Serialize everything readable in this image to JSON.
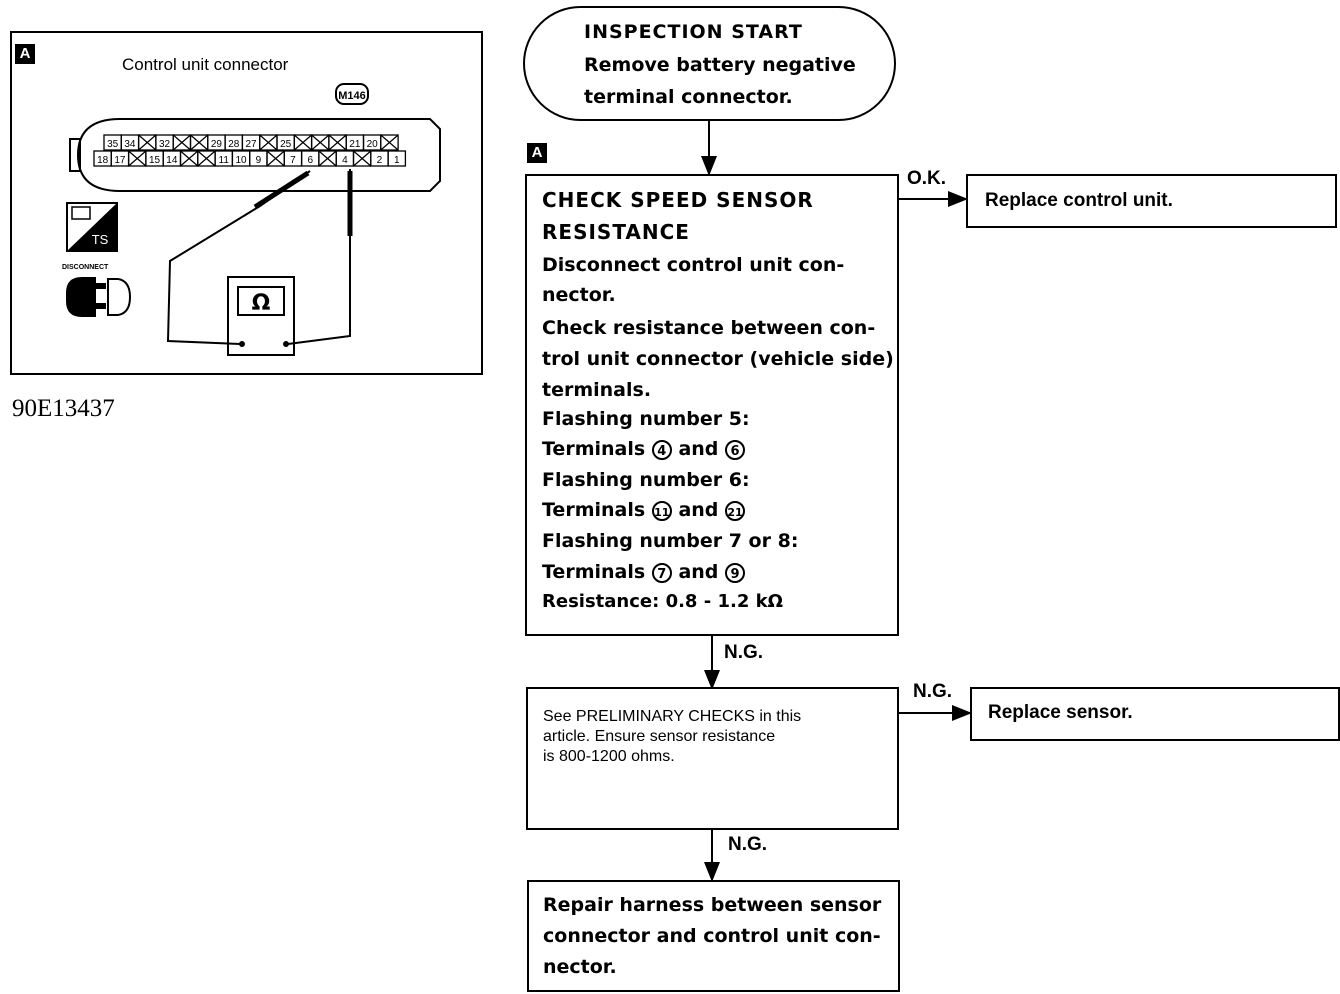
{
  "figure_id": "90E13437",
  "connector_panel": {
    "tag": "A",
    "title": "Control unit connector",
    "connector_code": "M146",
    "row_top": [
      "35",
      "34",
      "",
      "32",
      "",
      "",
      "29",
      "28",
      "27",
      "",
      "25",
      "",
      "",
      "",
      "21",
      "20",
      ""
    ],
    "row_bottom": [
      "18",
      "17",
      "",
      "15",
      "14",
      "",
      "",
      "11",
      "10",
      "9",
      "",
      "7",
      "6",
      "",
      "4",
      "",
      "2",
      "1"
    ],
    "meter_symbol": "Ω",
    "icon_ts_label": "TS",
    "icon_disconnect_label": "DISCONNECT"
  },
  "flow": {
    "start": {
      "title": "INSPECTION START",
      "line1": "Remove battery negative",
      "line2": "terminal connector."
    },
    "step_tag": "A",
    "check": {
      "title1": "CHECK SPEED SENSOR",
      "title2": "RESISTANCE",
      "l1": "Disconnect control unit con-",
      "l2": "nector.",
      "l3": "Check resistance between con-",
      "l4": "trol unit connector (vehicle side)",
      "l5": "terminals.",
      "l6": "Flashing number 5:",
      "l7_pre": "Terminals",
      "l7_a": "4",
      "l7_mid": "and",
      "l7_b": "6",
      "l8": "Flashing number 6:",
      "l9_pre": "Terminals",
      "l9_a": "11",
      "l9_mid": "and",
      "l9_b": "21",
      "l10": "Flashing number 7 or 8:",
      "l11_pre": "Terminals",
      "l11_a": "7",
      "l11_mid": "and",
      "l11_b": "9",
      "l12": "Resistance:  0.8 - 1.2 kΩ"
    },
    "ok_label": "O.K.",
    "replace_cu": "Replace control unit.",
    "ng1": "N.G.",
    "prelim": {
      "l1": "See PRELIMINARY CHECKS in this",
      "l2": "article. Ensure sensor resistance",
      "l3": "is 800-1200 ohms."
    },
    "ng2": "N.G.",
    "replace_sensor": "Replace sensor.",
    "ng3": "N.G.",
    "repair": {
      "l1": "Repair harness between sensor",
      "l2": "connector and control unit con-",
      "l3": "nector."
    }
  }
}
